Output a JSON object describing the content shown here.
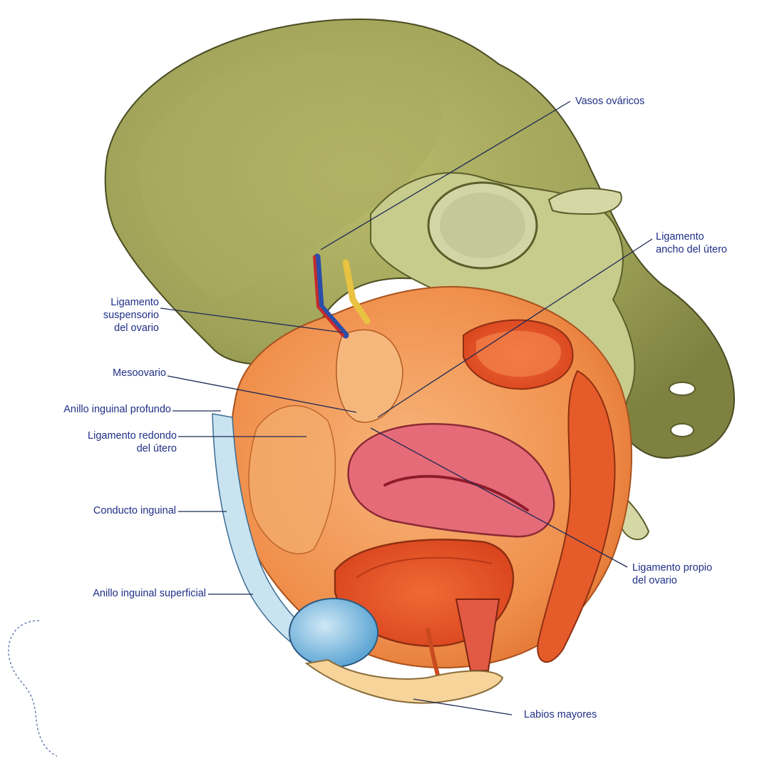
{
  "labels": {
    "vasos_ovaricos": "Vasos ováricos",
    "ligamento_ancho_1": "Ligamento",
    "ligamento_ancho_2": "ancho del útero",
    "ligamento_suspensorio_1": "Ligamento",
    "ligamento_suspensorio_2": "suspensorio",
    "ligamento_suspensorio_3": "del ovario",
    "mesoovario": "Mesoovario",
    "anillo_inguinal_profundo": "Anillo inguinal profundo",
    "ligamento_redondo_1": "Ligamento redondo",
    "ligamento_redondo_2": "del útero",
    "conducto_inguinal": "Conducto inguinal",
    "anillo_inguinal_superficial": "Anillo inguinal superficial",
    "ligamento_propio_1": "Ligamento propio",
    "ligamento_propio_2": "del ovario",
    "labios_mayores": "Labios mayores"
  },
  "colors": {
    "label_text": "#1f2f86",
    "leader_line": "#1f2a55",
    "bone": "#a3a65a",
    "bone_light": "#cfd39a",
    "peritoneum": "#f29a55",
    "uterus": "#e66b78",
    "bladder": "#ec5a2a",
    "ovarian_artery": "#c62a2a",
    "ovarian_vein": "#2b4fa8",
    "ureter": "#e8c240",
    "labia": "#f7d49a",
    "inguinal_canal": "#a9d3ea"
  }
}
